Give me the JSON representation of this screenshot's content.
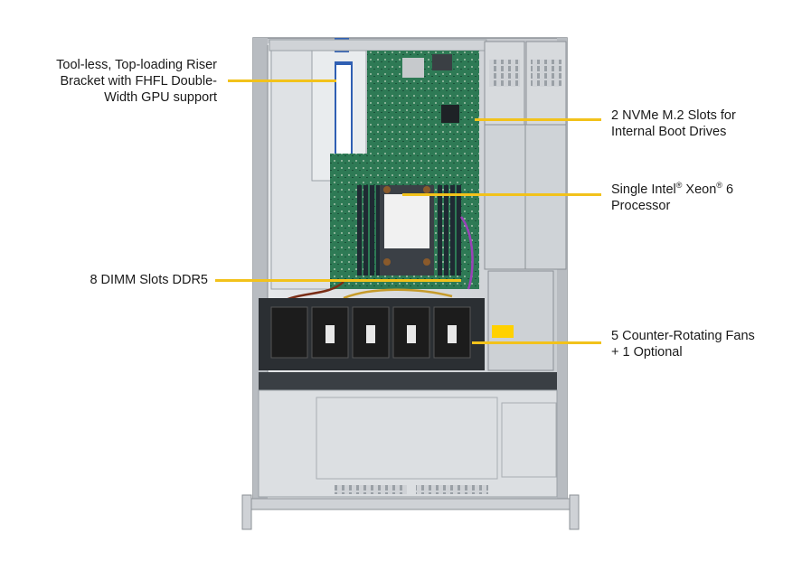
{
  "callouts": {
    "riser": {
      "lines": [
        "Tool-less, Top-loading Riser",
        "Bracket with FHFL Double-",
        "Width GPU support"
      ]
    },
    "nvme": {
      "lines": [
        "2 NVMe M.2 Slots for",
        "Internal  Boot Drives"
      ]
    },
    "cpu": {
      "line1_prefix": "Single Intel",
      "reg1": "®",
      "line1_mid": " Xeon",
      "reg2": "®",
      "line1_suffix": " 6",
      "line2": "Processor"
    },
    "dimm": {
      "lines": [
        "8 DIMM Slots DDR5"
      ]
    },
    "fans": {
      "lines": [
        "5 Counter-Rotating  Fans",
        "+ 1 Optional"
      ]
    }
  },
  "colors": {
    "leader": "#f2c21b",
    "chassis": "#d9dcdf",
    "motherboard": "#2f7a55",
    "fan": "#1c1c1c",
    "riser_blue": "#2f5fb3",
    "warning_yellow": "#ffd100"
  }
}
